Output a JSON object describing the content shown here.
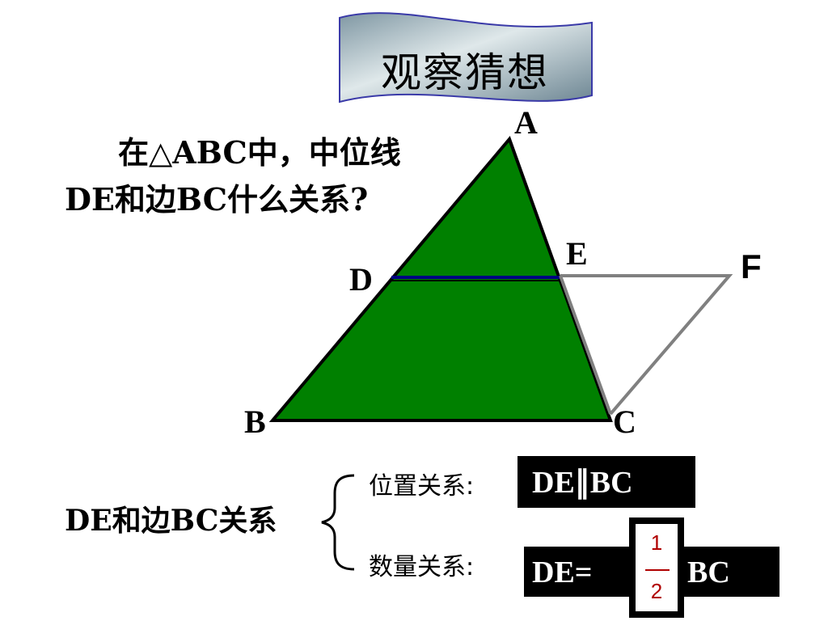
{
  "banner": {
    "title": "观察猜想"
  },
  "question": {
    "line1": "在△ABC中，中位线",
    "line2": "DE和边BC什么关系?"
  },
  "points": {
    "A": "A",
    "B": "B",
    "C": "C",
    "D": "D",
    "E": "E",
    "F": "F"
  },
  "relation": {
    "label": "DE和边BC关系",
    "position_label": "位置关系:",
    "position_value": "DE∥BC",
    "quantity_label": "数量关系:",
    "quantity_prefix": "DE=",
    "fraction_numerator": "1",
    "fraction_denominator": "2",
    "quantity_suffix": "BC"
  },
  "colors": {
    "triangle_fill": "#008000",
    "midline": "#000080",
    "parallelogram": "#808080",
    "fraction_text": "#b00000"
  }
}
